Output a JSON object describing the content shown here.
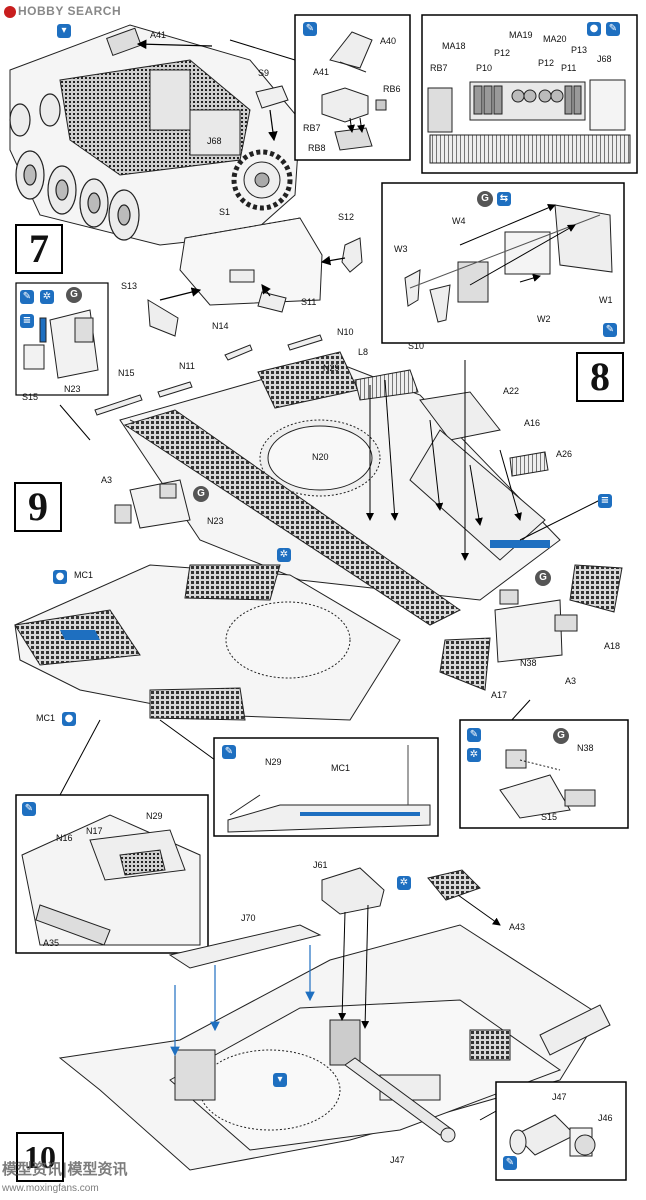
{
  "header": {
    "logo_text": "HOBBY SEARCH"
  },
  "watermark": {
    "line1": "模型资讯|模型资讯",
    "line2": "www.moxingfans.com"
  },
  "steps": {
    "s7": "7",
    "s8": "8",
    "s9": "9",
    "s10": "10"
  },
  "icons": {
    "g_mark": "G",
    "dest_color_brand": "#1e6fc0"
  },
  "labels": {
    "A41_top": "A41",
    "A40": "A40",
    "A41": "A41",
    "RB6": "RB6",
    "RB7": "RB7",
    "RB8": "RB8",
    "S9": "S9",
    "J68_hull": "J68",
    "MA18": "MA18",
    "MA19": "MA19",
    "MA20": "MA20",
    "RB7_r": "RB7",
    "P10": "P10",
    "P12a": "P12",
    "P12b": "P12",
    "P11": "P11",
    "P13": "P13",
    "J68_r": "J68",
    "S1": "S1",
    "S12": "S12",
    "S13": "S13",
    "S11": "S11",
    "W4": "W4",
    "W3": "W3",
    "W2": "W2",
    "W1": "W1",
    "S15_a": "S15",
    "N23_a": "N23",
    "N14": "N14",
    "N10": "N10",
    "N11": "N11",
    "N29": "N29",
    "N15": "N15",
    "L8": "L8",
    "S10": "S10",
    "A22": "A22",
    "A16": "A16",
    "A26": "A26",
    "N20": "N20",
    "A3_a": "A3",
    "N23_b": "N23",
    "MC1_a": "MC1",
    "MC1_b": "MC1",
    "N38_a": "N38",
    "A3_b": "A3",
    "A18": "A18",
    "A17": "A17",
    "N29_b": "N29",
    "MC1_c": "MC1",
    "N38_b": "N38",
    "S15_b": "S15",
    "N29_c": "N29",
    "N17": "N17",
    "N16": "N16",
    "A35": "A35",
    "J61": "J61",
    "A43": "A43",
    "J70": "J70",
    "J47_a": "J47",
    "J46": "J46",
    "J47_b": "J47"
  }
}
